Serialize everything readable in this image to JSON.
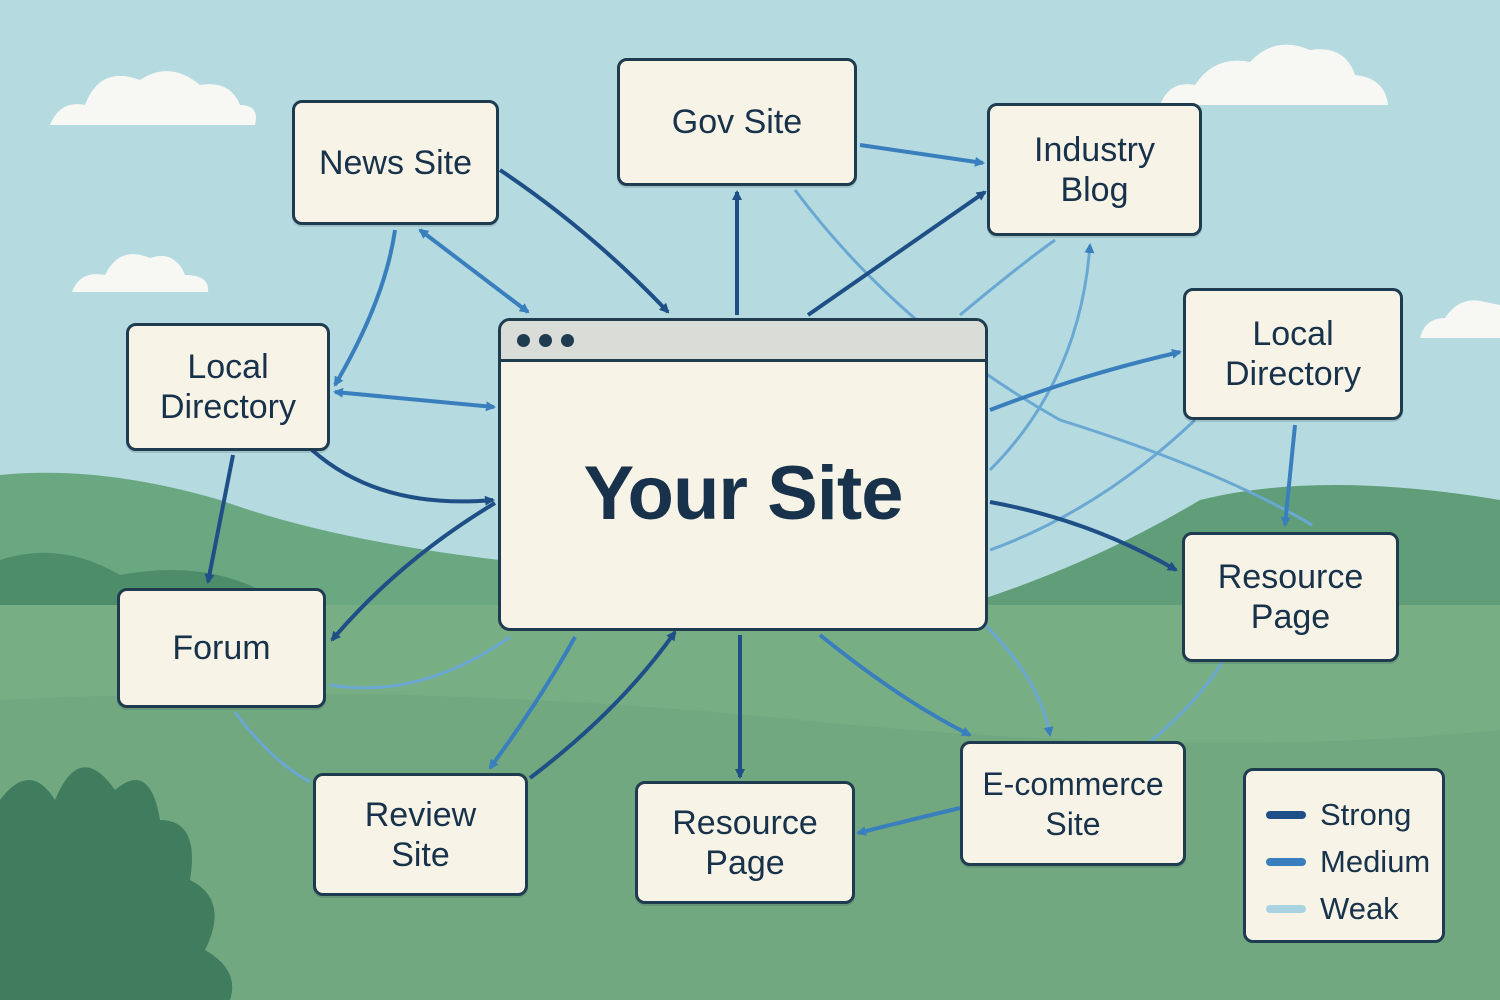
{
  "hub": {
    "label": "Your Site"
  },
  "nodes": {
    "news": "News Site",
    "gov": "Gov Site",
    "industry": "Industry\nBlog",
    "local_left": "Local\nDirectory",
    "local_right": "Local\nDirectory",
    "forum": "Forum",
    "resource_right": "Resource\nPage",
    "review": "Review\nSite",
    "resource_bottom": "Resource\nPage",
    "ecommerce": "E-commerce\nSite"
  },
  "legend": {
    "strong": "Strong",
    "medium": "Medium",
    "weak": "Weak"
  },
  "colors": {
    "strong": "#1e4f86",
    "medium": "#3a7fbd",
    "weak": "#8cc0da",
    "sky": "#b5dbe0",
    "grass": "#76ad83",
    "hills": "#5f9e78"
  }
}
